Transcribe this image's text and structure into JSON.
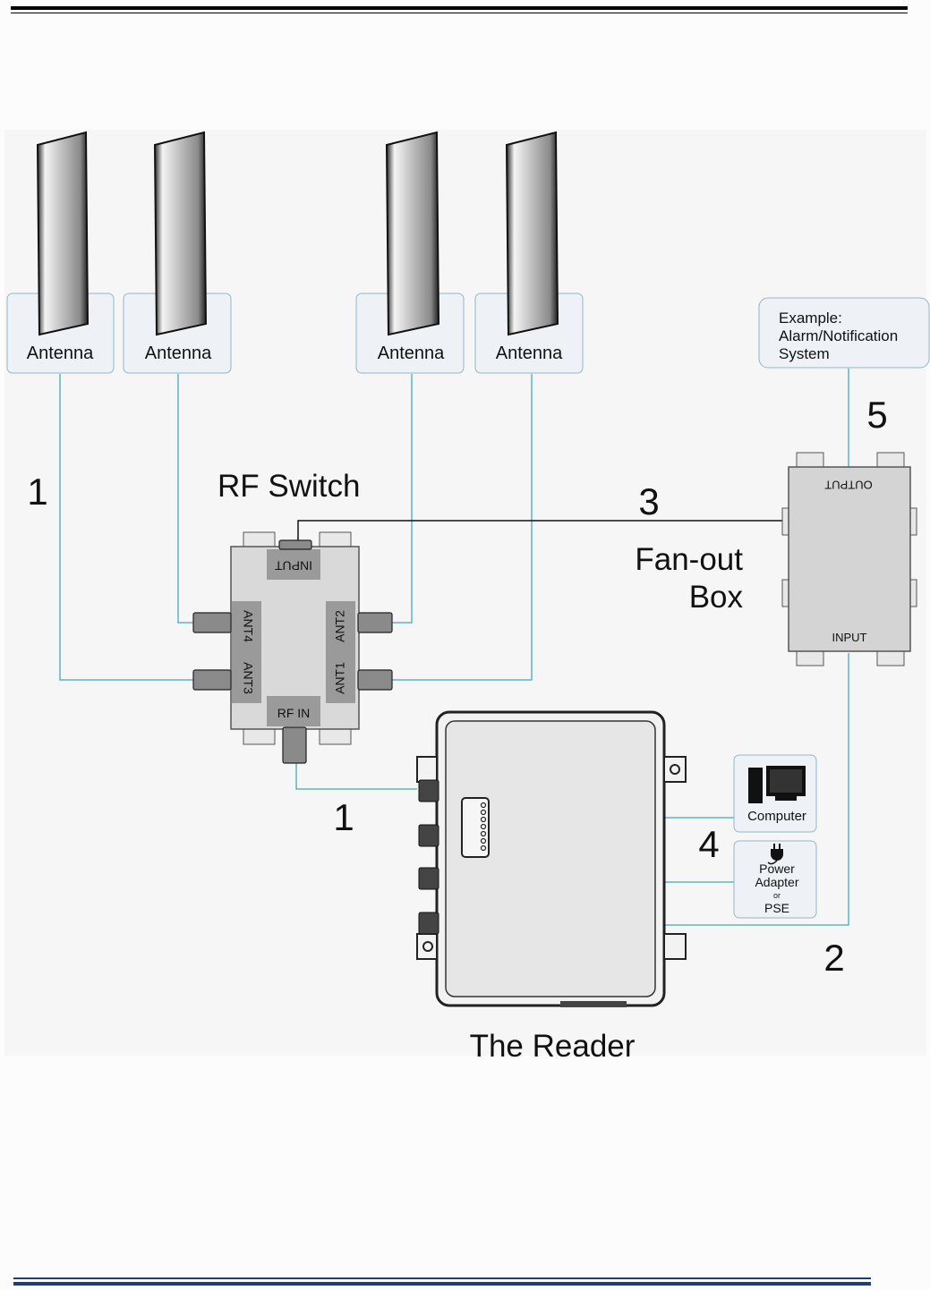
{
  "antennas": [
    {
      "label": "Antenna"
    },
    {
      "label": "Antenna"
    },
    {
      "label": "Antenna"
    },
    {
      "label": "Antenna"
    }
  ],
  "example_box": {
    "line1": "Example:",
    "line2": "Alarm/Notification",
    "line3": "System"
  },
  "rf_switch": {
    "title": "RF Switch",
    "input": "INPUT",
    "ant1": "ANT1",
    "ant2": "ANT2",
    "ant3": "ANT3",
    "ant4": "ANT4",
    "rf_in": "RF IN"
  },
  "fanout": {
    "title_line1": "Fan-out",
    "title_line2": "Box",
    "output": "OUTPUT",
    "input": "INPUT"
  },
  "reader": {
    "title": "The Reader"
  },
  "computer": {
    "label": "Computer"
  },
  "power": {
    "line1": "Power",
    "line2": "Adapter",
    "line3": "or",
    "line4": "PSE"
  },
  "numbers": {
    "n1_left": "1",
    "n1_bottom": "1",
    "n2": "2",
    "n3": "3",
    "n4": "4",
    "n5": "5"
  },
  "colors": {
    "cable": "#5fb3c2",
    "box_fill": "#eef2f6",
    "box_stroke": "#8fb8c8",
    "device_fill": "#d9d9d9",
    "label_panel": "#9a9a9a"
  }
}
